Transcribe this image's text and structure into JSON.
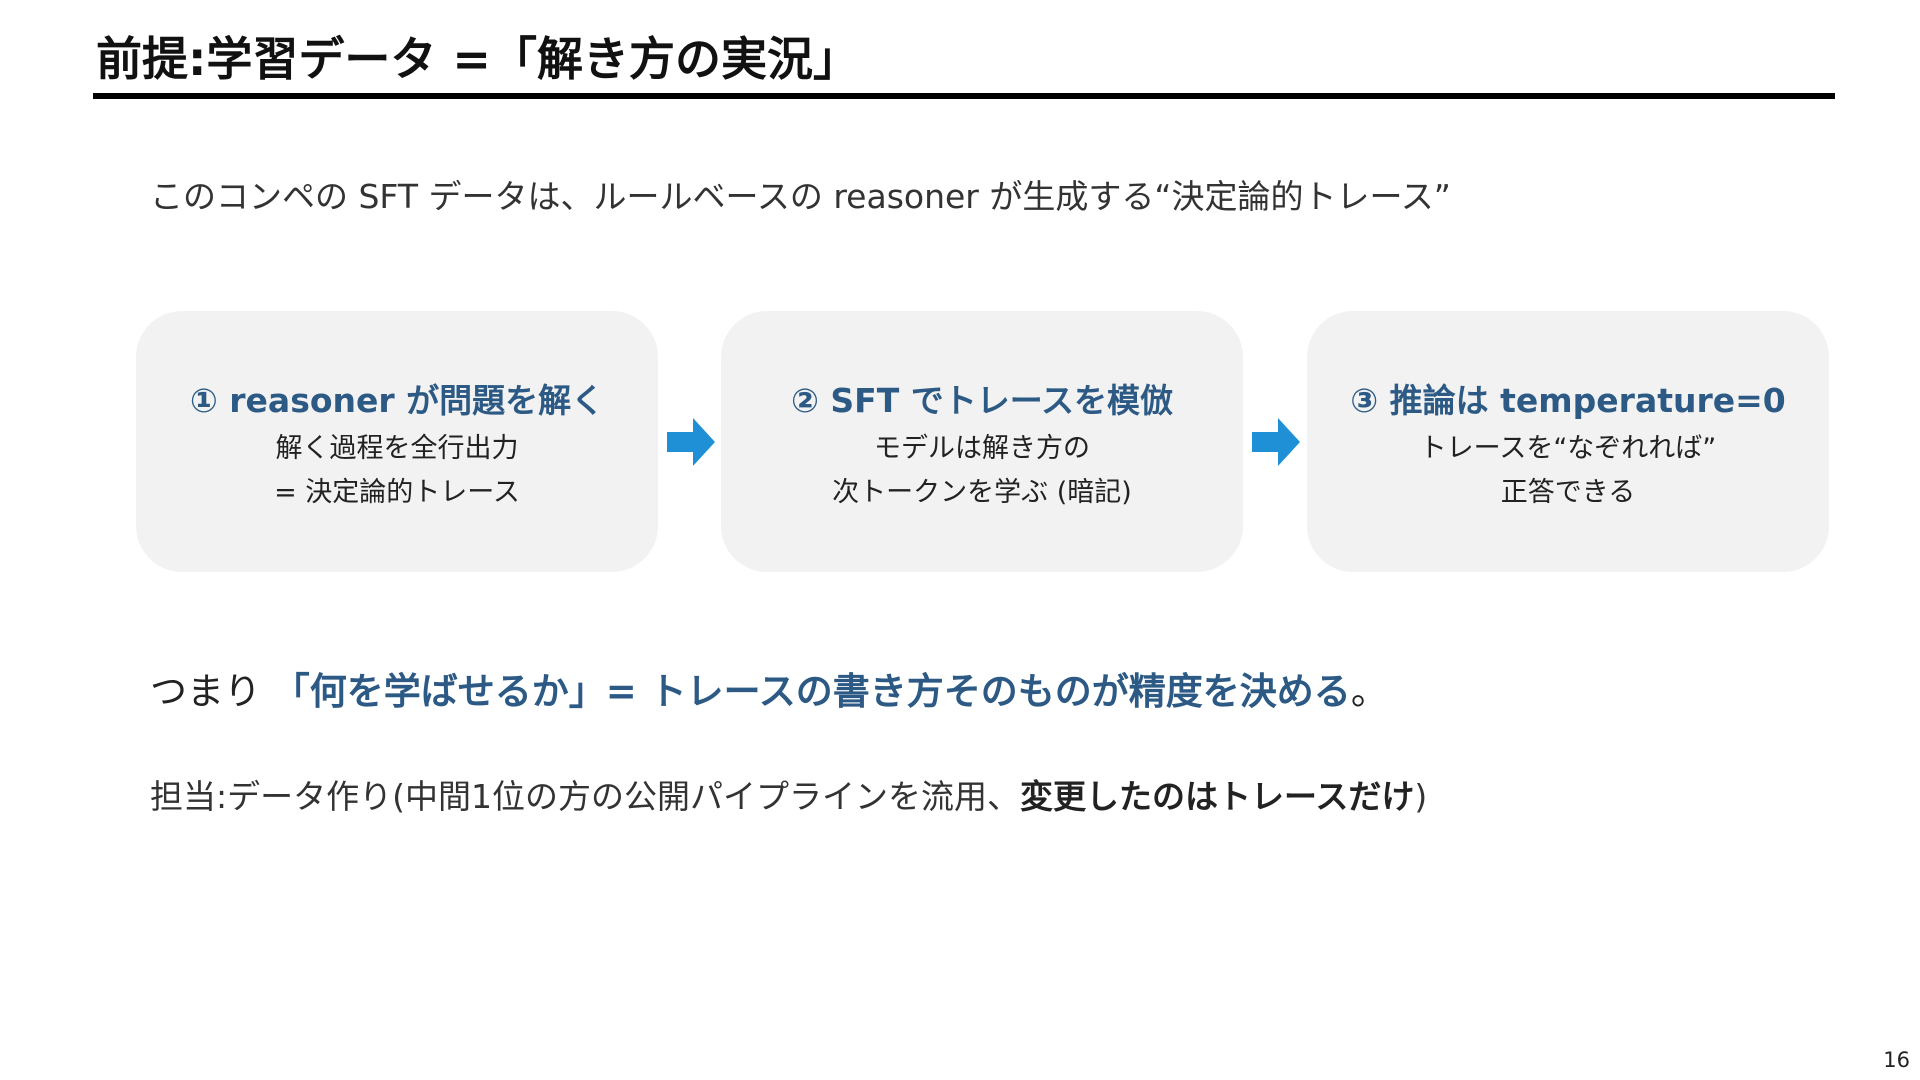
{
  "title": "前提:学習データ =「解き方の実況」",
  "intro": "このコンペの SFT データは、ルールベースの reasoner が生成する“決定論的トレース”",
  "steps": [
    {
      "heading": "① reasoner が問題を解く",
      "line1": "解く過程を全行出力",
      "line2": "= 決定論的トレース"
    },
    {
      "heading": "② SFT でトレースを模倣",
      "line1": "モデルは解き方の",
      "line2": "次トークンを学ぶ (暗記)"
    },
    {
      "heading": "③ 推論は temperature=0",
      "line1": "トレースを“なぞれれば”",
      "line2": "正答できる"
    }
  ],
  "arrow_icon": "right-arrow",
  "arrow_color": "#1f8fd6",
  "summary": {
    "prefix": "つまり ",
    "emphasis": "「何を学ばせるか」= トレースの書き方そのものが精度を決める",
    "suffix": "。"
  },
  "note": {
    "prefix": "担当:データ作り(中間1位の方の公開パイプラインを流用、",
    "bold": "変更したのはトレースだけ",
    "suffix": ")"
  },
  "page_number": "16",
  "colors": {
    "accent": "#2c5a85",
    "box_background": "#f2f2f2",
    "rule": "#000000"
  }
}
